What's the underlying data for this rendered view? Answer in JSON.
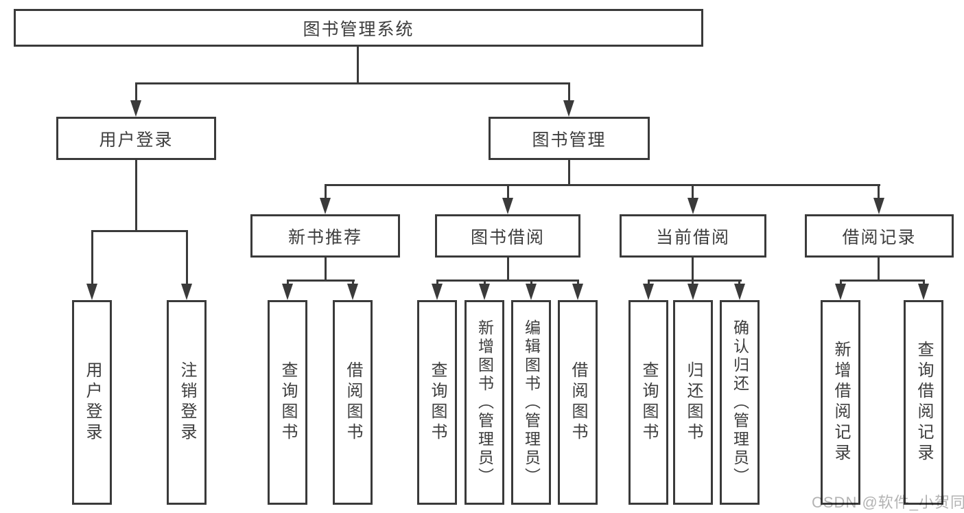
{
  "diagram": {
    "root": {
      "label": "图书管理系统"
    },
    "l2": [
      {
        "label": "用户登录"
      },
      {
        "label": "图书管理"
      }
    ],
    "l3": [
      {
        "label": "新书推荐"
      },
      {
        "label": "图书借阅"
      },
      {
        "label": "当前借阅"
      },
      {
        "label": "借阅记录"
      }
    ],
    "leaves": [
      {
        "label": "用户登录"
      },
      {
        "label": "注销登录"
      },
      {
        "label": "查询图书"
      },
      {
        "label": "借阅图书"
      },
      {
        "label": "查询图书"
      },
      {
        "label": "新增图书（管理员）"
      },
      {
        "label": "编辑图书（管理员）"
      },
      {
        "label": "借阅图书"
      },
      {
        "label": "查询图书"
      },
      {
        "label": "归还图书"
      },
      {
        "label": "确认归还（管理员）"
      },
      {
        "label": "新增借阅记录"
      },
      {
        "label": "查询借阅记录"
      }
    ]
  },
  "watermark": "CSDN @软件_小贺同学",
  "colors": {
    "line": "#3a3a3a",
    "text": "#3d3d3d",
    "watermark": "#b3b3b3",
    "background": "#ffffff"
  }
}
